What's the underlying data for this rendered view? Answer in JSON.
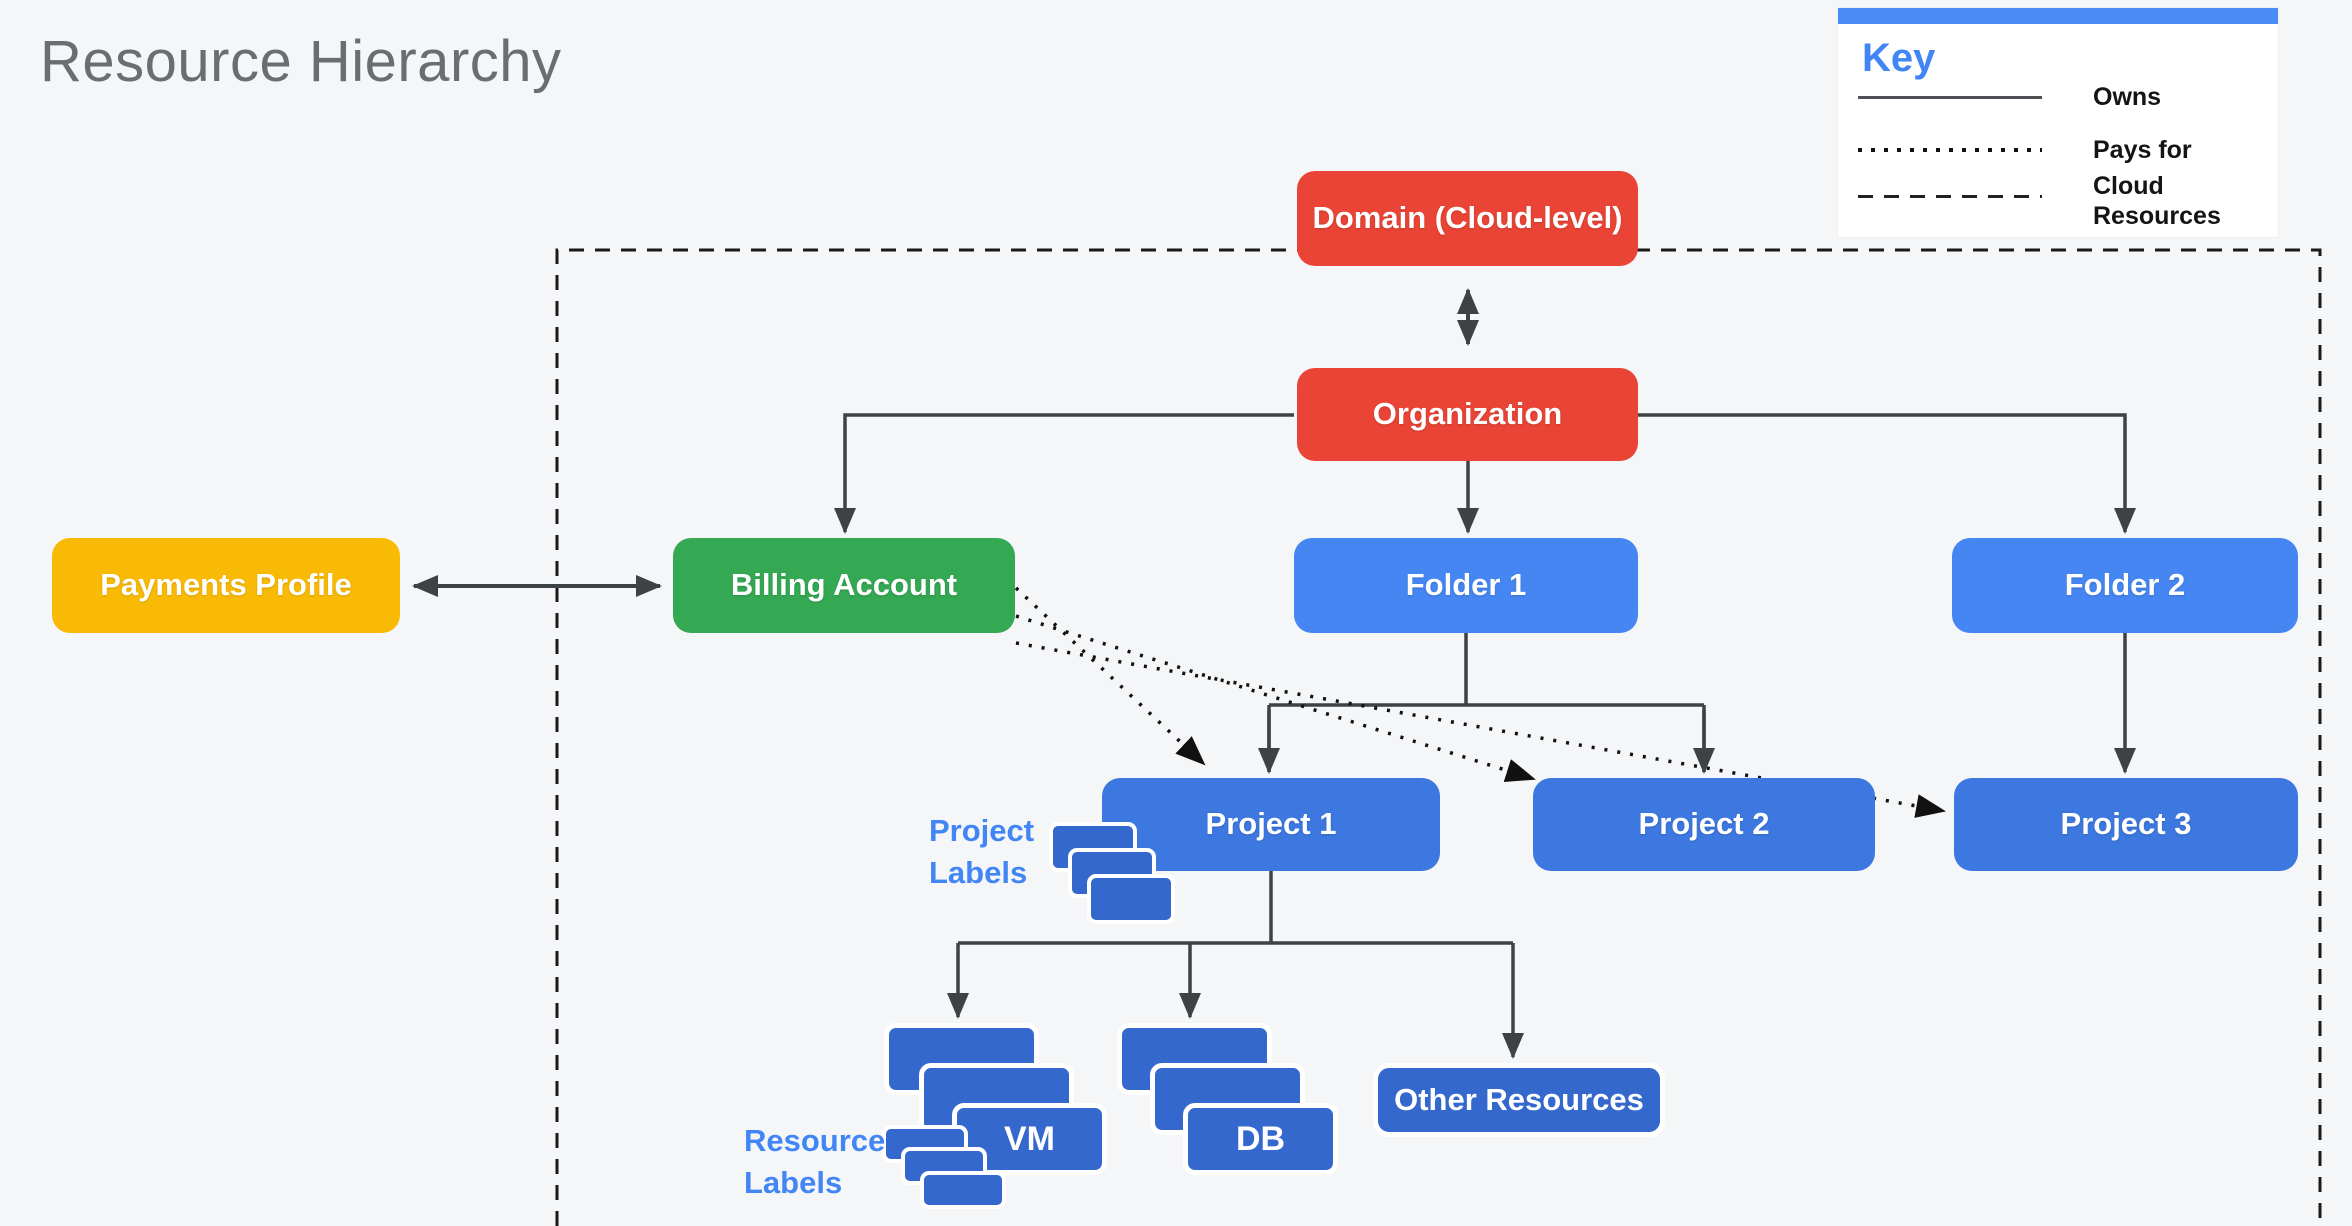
{
  "title": "Resource Hierarchy",
  "legend": {
    "title": "Key",
    "items": [
      {
        "style": "solid",
        "label": "Owns"
      },
      {
        "style": "dotted",
        "label": "Pays for"
      },
      {
        "style": "dashed",
        "label": "Cloud Resources"
      }
    ]
  },
  "nodes": {
    "domain": {
      "label": "Domain (Cloud-level)",
      "color": "#e94435"
    },
    "organization": {
      "label": "Organization",
      "color": "#e94435"
    },
    "payments": {
      "label": "Payments Profile",
      "color": "#f9ba06"
    },
    "billing": {
      "label": "Billing Account",
      "color": "#34a853"
    },
    "folder1": {
      "label": "Folder 1",
      "color": "#4586f3"
    },
    "folder2": {
      "label": "Folder 2",
      "color": "#4586f3"
    },
    "project1": {
      "label": "Project 1",
      "color": "#3c78e0"
    },
    "project2": {
      "label": "Project 2",
      "color": "#3c78e0"
    },
    "project3": {
      "label": "Project 3",
      "color": "#3c78e0"
    },
    "other_resources": {
      "label": "Other Resources",
      "color": "#3568cc"
    },
    "vm": {
      "label": "VM",
      "color": "#3568cc"
    },
    "db": {
      "label": "DB",
      "color": "#3568cc"
    }
  },
  "annotations": {
    "project_labels": "Project Labels",
    "resource_labels": "Resource Labels"
  },
  "edges": [
    {
      "from": "domain",
      "to": "organization",
      "type": "owns",
      "bidirectional": true
    },
    {
      "from": "organization",
      "to": "billing",
      "type": "owns"
    },
    {
      "from": "organization",
      "to": "folder1",
      "type": "owns"
    },
    {
      "from": "organization",
      "to": "folder2",
      "type": "owns"
    },
    {
      "from": "payments",
      "to": "billing",
      "type": "owns",
      "bidirectional": true
    },
    {
      "from": "billing",
      "to": "project1",
      "type": "pays-for"
    },
    {
      "from": "billing",
      "to": "project2",
      "type": "pays-for"
    },
    {
      "from": "billing",
      "to": "project3",
      "type": "pays-for"
    },
    {
      "from": "folder1",
      "to": "project1",
      "type": "owns"
    },
    {
      "from": "folder1",
      "to": "project2",
      "type": "owns"
    },
    {
      "from": "folder2",
      "to": "project3",
      "type": "owns"
    },
    {
      "from": "project1",
      "to": "vm",
      "type": "owns"
    },
    {
      "from": "project1",
      "to": "db",
      "type": "owns"
    },
    {
      "from": "project1",
      "to": "other_resources",
      "type": "owns"
    }
  ],
  "cloud_resources_boundary": "dashed rectangle enclosing Organization hierarchy"
}
